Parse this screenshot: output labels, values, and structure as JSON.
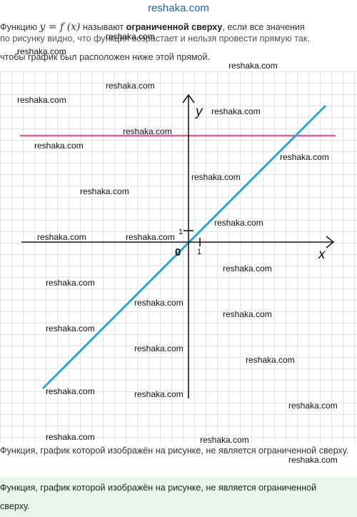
{
  "site_title": "reshaka.com",
  "intro": {
    "line1_before": "Функцию",
    "line1_math": "y = f (x)",
    "line1_mid": "называют",
    "line1_bold": "ограниченной сверху",
    "line1_after": ", если все значения",
    "line2": "по рисунку видно, что функция возрастает и нельзя провести прямую так,",
    "line3": "чтобы график был расположен ниже этой прямой."
  },
  "graph": {
    "y_label": "y",
    "x_label": "x",
    "origin_label": "0",
    "x_unit_label": "1",
    "y_unit_label": "1",
    "axis_color": "#1a1a1a",
    "line_color": "#29a7d9",
    "hline_color": "#e0609c"
  },
  "watermarks": [
    "reshaka.com",
    "reshaka.com",
    "reshaka.com",
    "reshaka.com",
    "reshaka.com",
    "reshaka.com",
    "reshaka.com",
    "reshaka.com",
    "reshaka.com",
    "reshaka.com",
    "reshaka.com",
    "reshaka.com",
    "reshaka.com",
    "reshaka.com",
    "reshaka.com",
    "reshaka.com",
    "reshaka.com",
    "reshaka.com",
    "reshaka.com",
    "reshaka.com",
    "reshaka.com",
    "reshaka.com",
    "reshaka.com",
    "reshaka.com",
    "reshaka.com",
    "reshaka.com",
    "reshaka.com",
    "reshaka.com"
  ],
  "conclusion": "Функция, график которой изображён на рисунке, не является ограниченной сверху.",
  "answer": "Функция, график которой изображён на рисунке, не является ограниченной сверху.",
  "colors": {
    "site_title": "#1a62c4",
    "answer_bg": "#e6f7ea"
  }
}
